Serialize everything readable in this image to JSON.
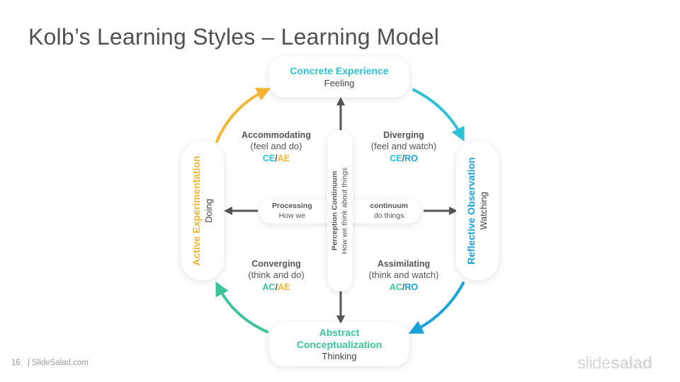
{
  "title": "Kolb’s Learning Styles – Learning Model",
  "colors": {
    "teal": "#2ec1d6",
    "blue": "#19a3db",
    "green": "#3cc49c",
    "yellow": "#f2b632",
    "arrow_gray": "#555555"
  },
  "nodes": {
    "concrete_experience": {
      "title": "Concrete Experience",
      "subtitle": "Feeling"
    },
    "reflective_observation": {
      "title": "Reflective Observation",
      "subtitle": "Watching"
    },
    "abstract_conceptualization": {
      "title": "Abstract Conceptualization",
      "subtitle": "Thinking"
    },
    "active_experimentation": {
      "title": "Active Experimentation",
      "subtitle": "Doing"
    }
  },
  "quadrants": {
    "accommodating": {
      "title": "Accommodating",
      "desc": "(feel and do)",
      "abbr_1": "CE",
      "abbr_2": "AE"
    },
    "diverging": {
      "title": "Diverging",
      "desc": "(feel and watch)",
      "abbr_1": "CE",
      "abbr_2": "RO"
    },
    "converging": {
      "title": "Converging",
      "desc": "(think and do)",
      "abbr_1": "AC",
      "abbr_2": "AE"
    },
    "assimilating": {
      "title": "Assimilating",
      "desc": "(think and watch)",
      "abbr_1": "AC",
      "abbr_2": "RO"
    }
  },
  "continuums": {
    "perception_title": "Perception Continuum",
    "perception_desc": "How we think about things",
    "processing_title": "Processing",
    "processing_desc": "How we",
    "processing_title_2": "continuum",
    "processing_desc_2": "do things"
  },
  "footer": {
    "page": "16",
    "source": "| SlideSalad.com"
  },
  "logo": {
    "part1": "slide",
    "part2": "salad"
  }
}
